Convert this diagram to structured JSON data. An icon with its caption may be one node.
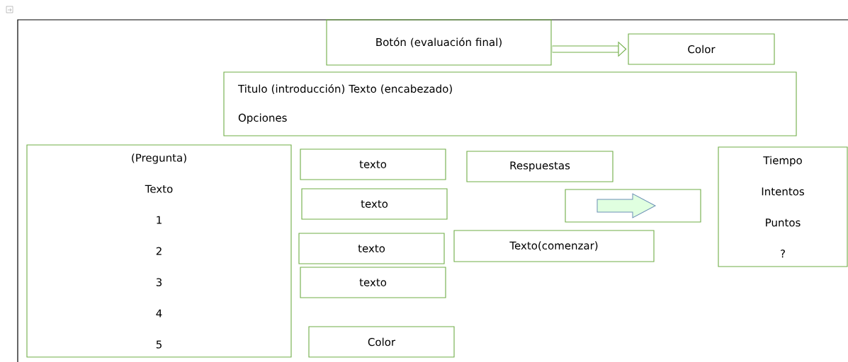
{
  "diagram": {
    "nodes": [
      {
        "text": [
          "Botón (evaluación final)"
        ]
      },
      {
        "text": [
          "Color"
        ]
      },
      {
        "text": [
          "Titulo (introducción) Texto (encabezado)",
          "Opciones"
        ]
      },
      {
        "text": [
          "(Pregunta)",
          "Texto",
          "1",
          "2",
          "3",
          "4",
          "5"
        ]
      },
      {
        "text": [
          "texto"
        ]
      },
      {
        "text": [
          "Respuestas"
        ]
      },
      {
        "text": [
          "Tiempo",
          "Intentos",
          "Puntos",
          "?"
        ]
      },
      {
        "text": [
          "texto"
        ]
      },
      {
        "text": [],
        "shape": "box"
      },
      {
        "text": [
          "texto"
        ]
      },
      {
        "text": [
          "Texto(comenzar)"
        ]
      },
      {
        "text": [
          "texto"
        ]
      },
      {
        "text": [
          "Color"
        ]
      }
    ],
    "edges": [
      {
        "from": 0,
        "to": 1,
        "arrow": "to"
      }
    ]
  }
}
